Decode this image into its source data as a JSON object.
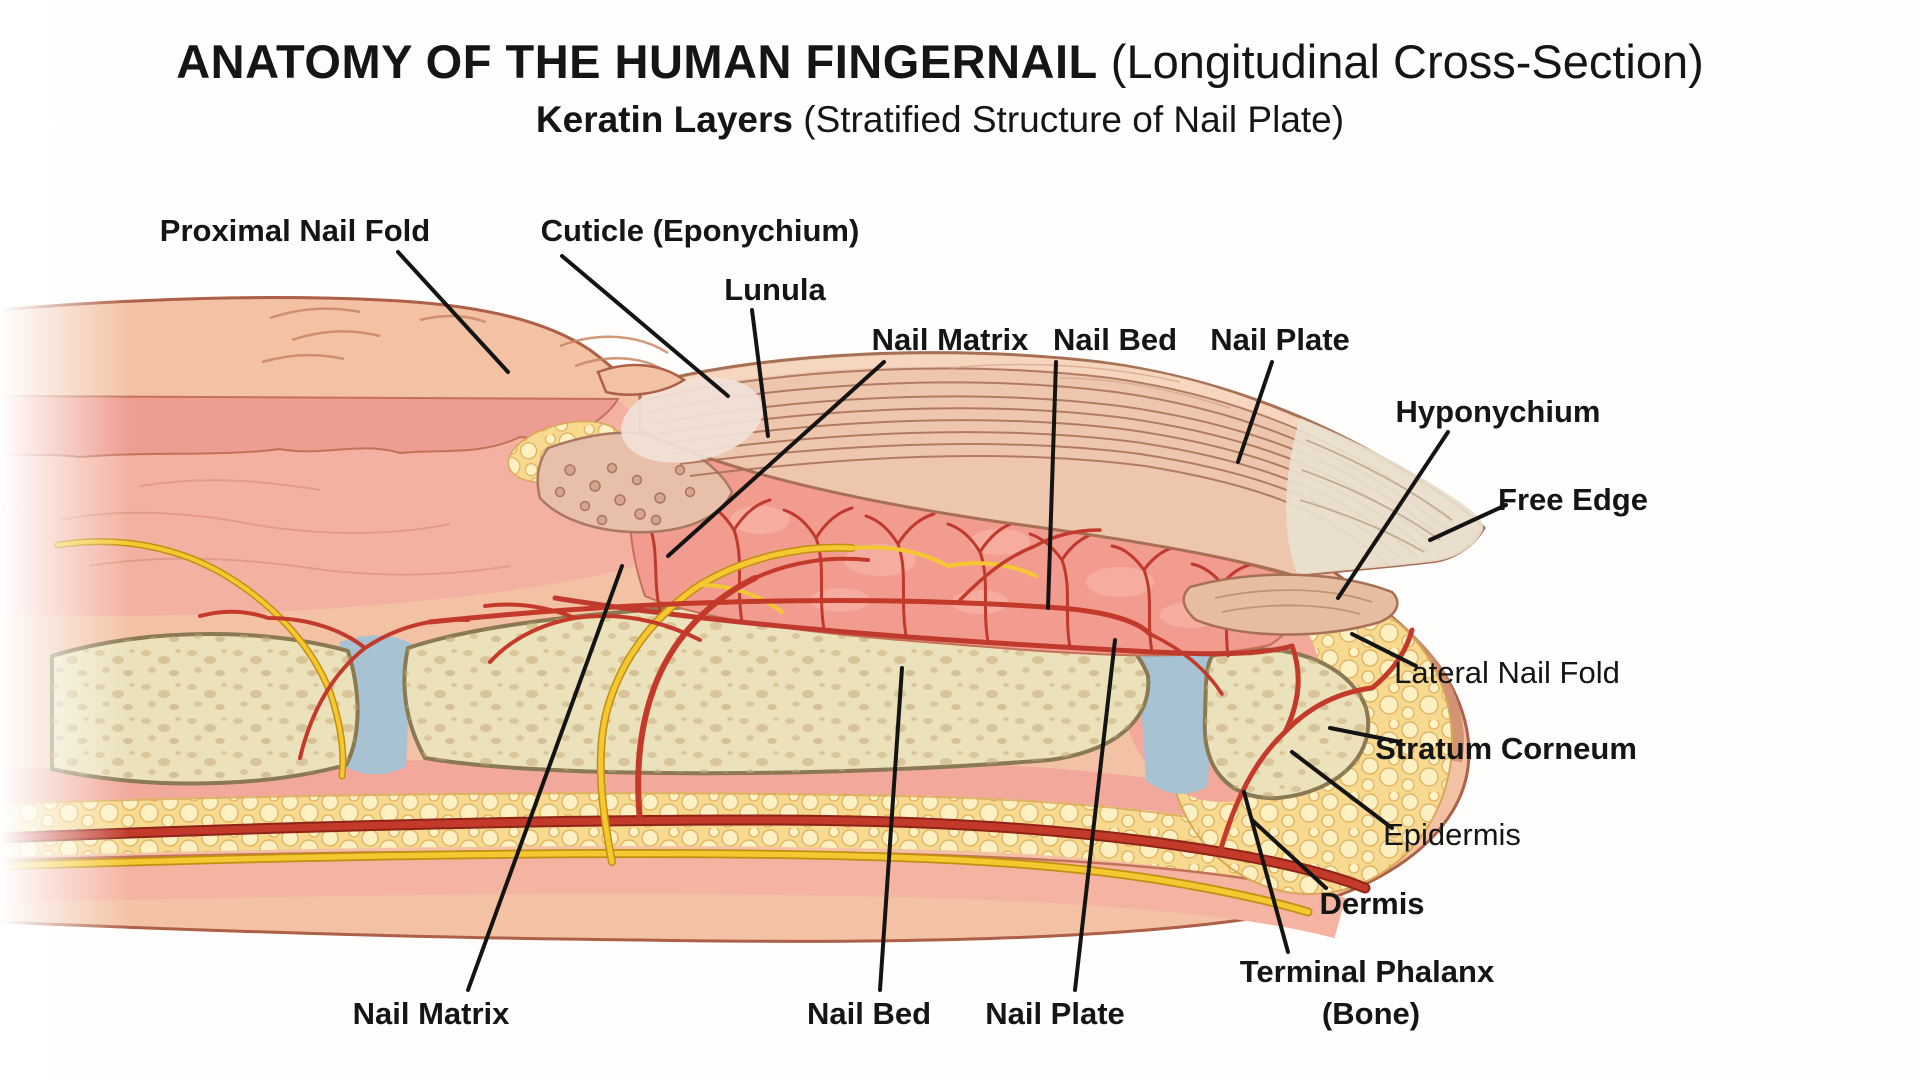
{
  "title": {
    "main": "ANATOMY OF THE HUMAN FINGERNAIL",
    "main_suffix": " (Longitudinal Cross-Section)",
    "sub": "Keratin Layers",
    "sub_suffix": " (Stratified Structure of Nail Plate)"
  },
  "labels": {
    "proximal_nail_fold": "Proximal Nail Fold",
    "cuticle": "Cuticle (Eponychium)",
    "lunula": "Lunula",
    "nail_matrix_top": "Nail Matrix",
    "nail_bed_top": "Nail Bed",
    "nail_plate_top": "Nail Plate",
    "hyponychium": "Hyponychium",
    "free_edge": "Free Edge",
    "lateral_nail_fold": "Lateral Nail Fold",
    "stratum_corneum": "Stratum Corneum",
    "epidermis": "Epidermis",
    "dermis": "Dermis",
    "terminal_phalanx_line1": "Terminal Phalanx",
    "terminal_phalanx_line2": "(Bone)",
    "nail_matrix_bottom": "Nail Matrix",
    "nail_bed_bottom": "Nail Bed",
    "nail_plate_bottom": "Nail Plate"
  },
  "colors": {
    "background": "#fffefc",
    "skin": "#f3c2a4",
    "skin_outline": "#ad5f47",
    "fold_band": "#ee9d92",
    "tissue_pink": "#f4b1a1",
    "nail_plate": "#eec6ae",
    "plate_stripe": "#a76f54",
    "free_edge": "#e9dfcf",
    "lunula": "#f1e1d9",
    "nail_bed": "#f29b8f",
    "matrix": "#e8c0aa",
    "bone": "#ebe1ba",
    "bone_outline": "#8a7952",
    "joint": "#a7c2d3",
    "fat": "#f7d98f",
    "fat_blob": "#fdf0c2",
    "artery": "#c43a2a",
    "artery_dark": "#8e2419",
    "nerve": "#f5c831",
    "nerve_dark": "#c18f12",
    "label_text": "#151515"
  }
}
